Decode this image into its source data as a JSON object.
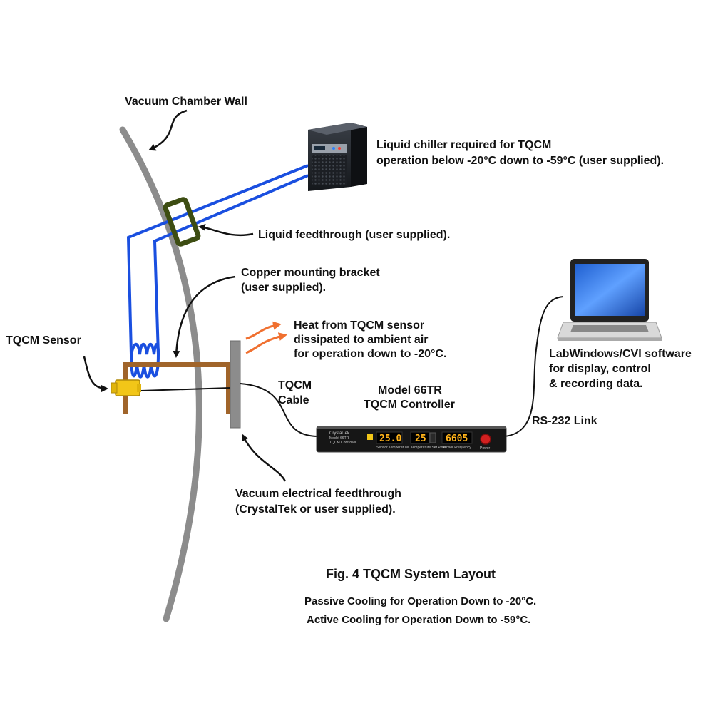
{
  "labels": {
    "chamber_wall": "Vacuum Chamber Wall",
    "chiller_line1": "Liquid chiller required for TQCM",
    "chiller_line2": "operation below -20°C down to -59°C (user supplied).",
    "liquid_feedthrough": "Liquid feedthrough (user supplied).",
    "bracket_line1": "Copper mounting bracket",
    "bracket_line2": "(user supplied).",
    "heat_line1": "Heat from TQCM sensor",
    "heat_line2": "dissipated to ambient air",
    "heat_line3": "for operation down to -20°C.",
    "sensor": "TQCM Sensor",
    "cable_line1": "TQCM",
    "cable_line2": "Cable",
    "controller_line1": "Model 66TR",
    "controller_line2": "TQCM Controller",
    "software_line1": "LabWindows/CVI software",
    "software_line2": "for display, control",
    "software_line3": "& recording data.",
    "rs232": "RS-232 Link",
    "elec_feedthrough_line1": "Vacuum electrical feedthrough",
    "elec_feedthrough_line2": "(CrystalTek or user supplied)."
  },
  "caption": {
    "title": "Fig. 4  TQCM System Layout",
    "line1": "Passive Cooling for Operation Down to -20°C.",
    "line2": "Active Cooling for Operation Down to -59°C."
  },
  "controller_panel": {
    "brand": "CrystalTek",
    "model": "Model 66TR",
    "subtitle": "TQCM Controller",
    "display_temp": "25.0",
    "display_setpoint": "25",
    "display_freq": "6605",
    "label_temp": "Sensor Temperature",
    "label_setpoint": "Temperature Set Point",
    "label_freq": "Sensor Frequency",
    "label_power": "Power"
  },
  "colors": {
    "wall": "#8c8c8c",
    "coolant_line": "#1a4fe0",
    "bracket": "#a0642a",
    "sensor": "#f2c618",
    "feedthrough_frame": "#3d4d12",
    "heat_arrow": "#f07030"
  }
}
